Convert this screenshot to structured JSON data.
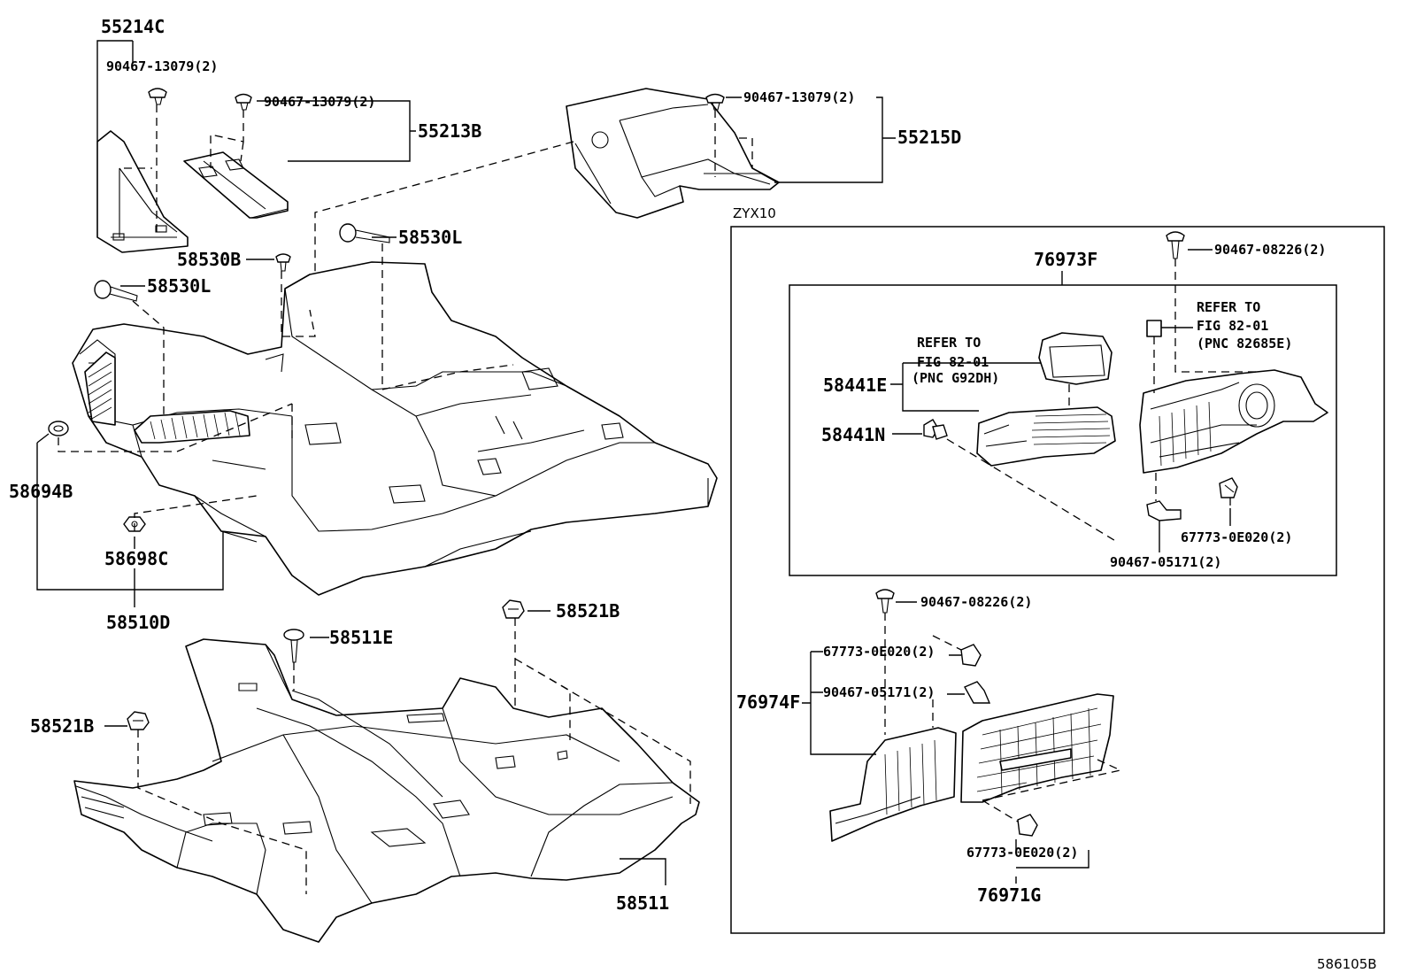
{
  "diagram_code": "586105B",
  "variant_note": "ZYX10",
  "callouts": {
    "p55214C": "55214C",
    "p55214C_bolt": "90467-13079(2)",
    "p55213B": "55213B",
    "p55213B_bolt": "90467-13079(2)",
    "p55215D": "55215D",
    "p55215D_bolt": "90467-13079(2)",
    "p58530L_top": "58530L",
    "p58530B": "58530B",
    "p58530L_left": "58530L",
    "p58694B": "58694B",
    "p58698C": "58698C",
    "p58510D": "58510D",
    "p58521B_right": "58521B",
    "p58511E": "58511E",
    "p58521B_left": "58521B",
    "p58511": "58511",
    "p76973F": "76973F",
    "p76973F_bolt": "90467-08226(2)",
    "refer_right": [
      "REFER TO",
      "FIG 82-01",
      "(PNC 82685E)"
    ],
    "refer_left": [
      "REFER TO",
      "FIG 82-01",
      "(PNC G92DH)"
    ],
    "p58441E": "58441E",
    "p58441N": "58441N",
    "p67773_upper": "67773-0E020(2)",
    "p90467_05171_upper": "90467-05171(2)",
    "p76974F_bolt": "90467-08226(2)",
    "p67773_mid": "67773-0E020(2)",
    "p90467_05171_mid": "90467-05171(2)",
    "p76974F": "76974F",
    "p67773_low": "67773-0E020(2)",
    "p76971G": "76971G"
  }
}
